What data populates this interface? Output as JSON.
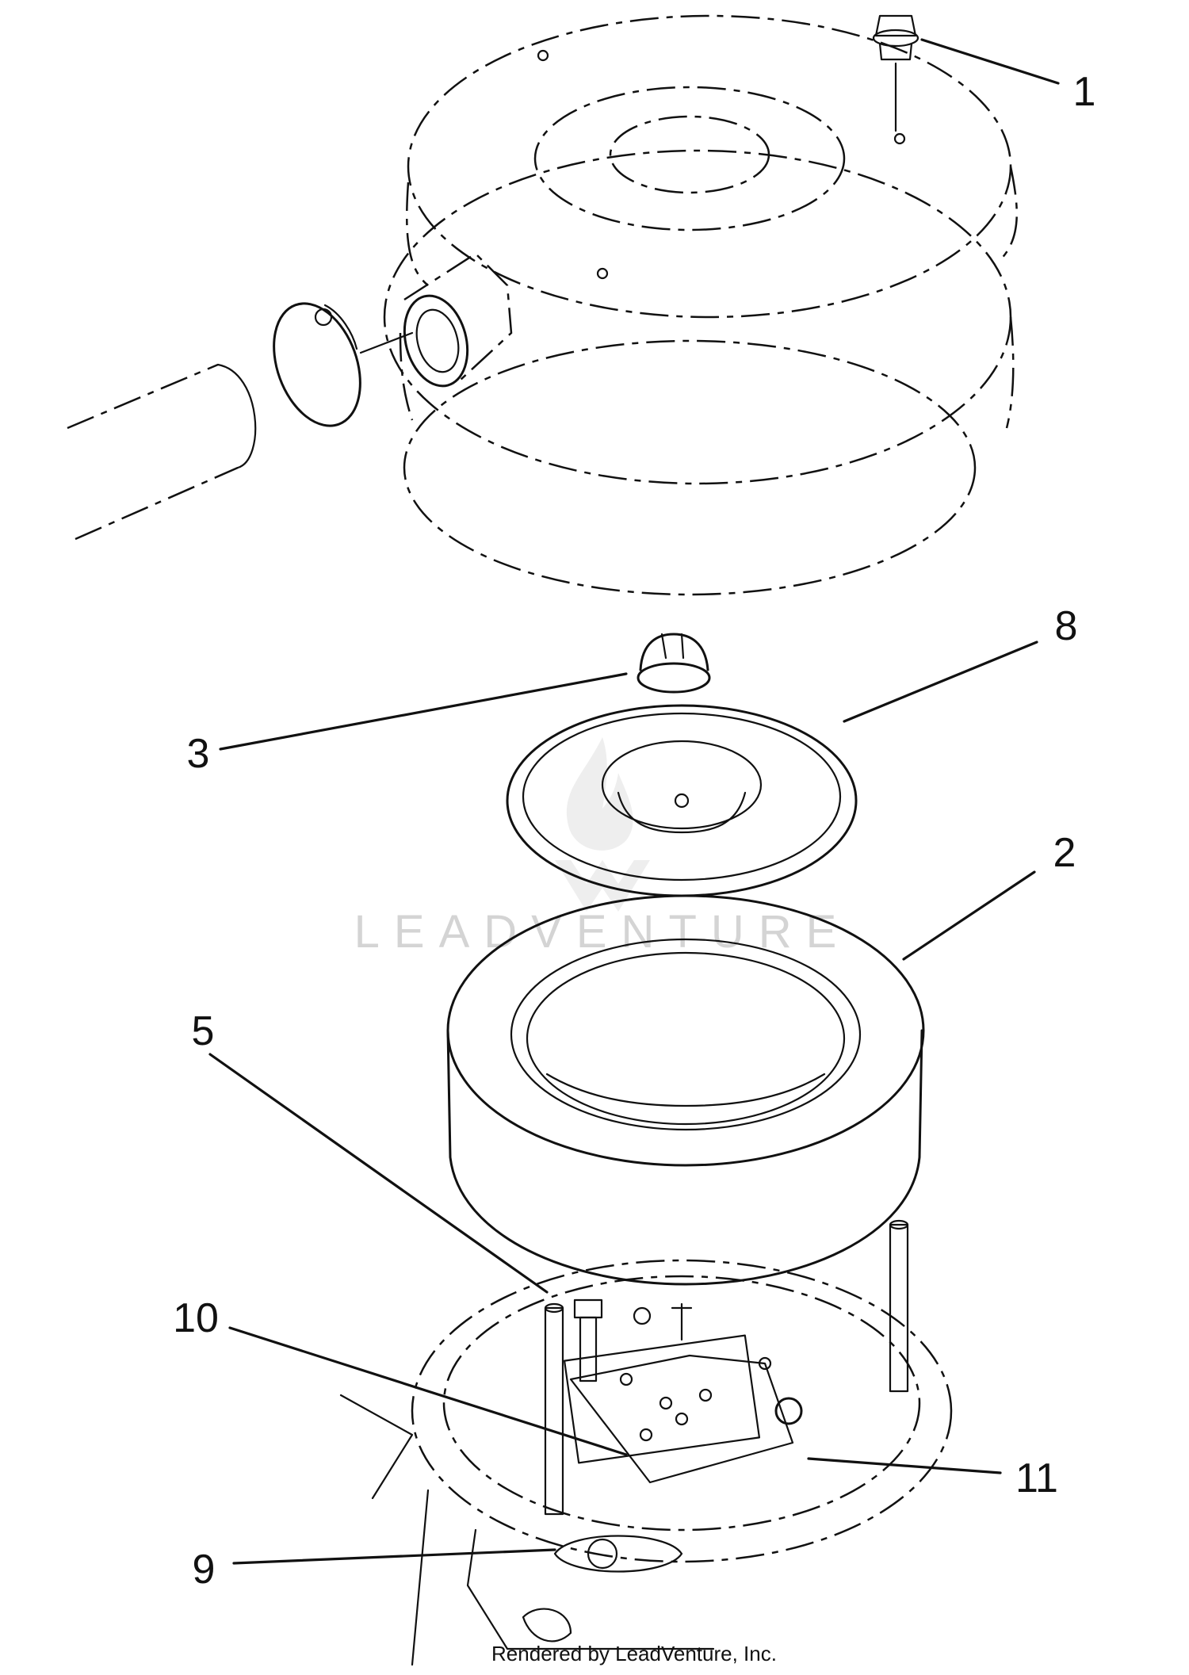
{
  "callouts": [
    {
      "id": "c1",
      "label": "1"
    },
    {
      "id": "c8",
      "label": "8"
    },
    {
      "id": "c3",
      "label": "3"
    },
    {
      "id": "c2",
      "label": "2"
    },
    {
      "id": "c5",
      "label": "5"
    },
    {
      "id": "c10",
      "label": "10"
    },
    {
      "id": "c11",
      "label": "11"
    },
    {
      "id": "c9",
      "label": "9"
    }
  ],
  "watermark": "LEADVENTURE",
  "credit": "Rendered by LeadVenture, Inc."
}
